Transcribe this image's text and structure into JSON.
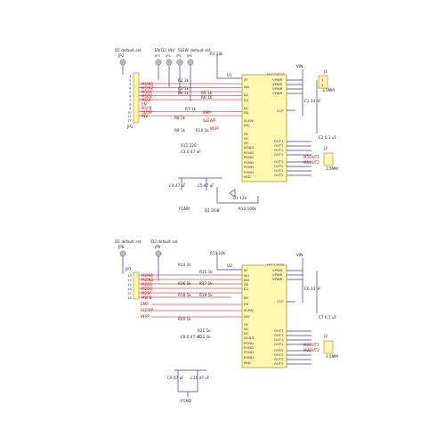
{
  "section1": {
    "jumpers": {
      "d1": "D1 default set",
      "jp2": "JP2",
      "en": "EN",
      "d2": "D2",
      "inv": "INV",
      "slew": "SLEW",
      "default_set": "default set",
      "jp3": "JP3",
      "jp4": "JP4",
      "jp5": "JP5",
      "jp6": "JP6"
    },
    "header": "JP1",
    "header_pins": [
      "1",
      "2",
      "3",
      "4",
      "5",
      "6",
      "7",
      "8",
      "9",
      "10",
      "11",
      "12"
    ],
    "header_nets": [
      "M1IN1",
      "M1IN2",
      "M1D1",
      "M1D2",
      "M1SF",
      "EN",
      "M1FB",
      "SLEW",
      "INV"
    ],
    "chip": {
      "ref": "U1",
      "part": "MC33926"
    },
    "left_pins": [
      "SF",
      "IN2",
      "D2",
      "D1",
      "NC",
      "EN",
      "SLEW",
      "INV",
      "FB",
      "NC",
      "NC",
      "AGND",
      "POND",
      "POND",
      "POND",
      "POND",
      "POND",
      "PAD"
    ],
    "right_pins": [
      "VPWR",
      "VPWR",
      "VPWR",
      "VPWR",
      "CCP",
      "OUT1",
      "OUT1",
      "OUT1",
      "OUT1",
      "OUT2",
      "OUT2",
      "OUT2",
      "OUT2"
    ],
    "resistors": [
      "R1 10k",
      "R2 1k",
      "R3 1k",
      "R4 1k",
      "R5 1k",
      "R6 1k",
      "R7 1k",
      "R8 1k",
      "R9 1k",
      "R10 1k"
    ],
    "caps": [
      "C1 33 nF",
      "C2 0.1 uF",
      "C3 0.47 uF",
      "C4 47 uF",
      "C5 47 uF"
    ],
    "misc": {
      "r11": "R11 220",
      "d1": "D1 12V",
      "r12": "R12 100k",
      "q1": "Q1 DG8",
      "fgnd": "FGND",
      "vin": "VIN",
      "emp": "EMP",
      "slewp": "SLEWP",
      "invp": "INVP"
    },
    "conn_j1": {
      "ref": "J1",
      "label": "3.5MM",
      "pins": [
        "1",
        "2"
      ]
    },
    "conn_j2": {
      "ref": "J2",
      "label": "3.5MM",
      "nets": [
        "M1OUT1",
        "M1OUT2"
      ]
    }
  },
  "section2": {
    "jumpers": {
      "d1": "D1 default set",
      "jp8": "JP8",
      "d2": "D2 default set",
      "jp9": "JP9"
    },
    "header": "JP7",
    "header_pins": [
      "13",
      "14",
      "15",
      "16",
      "17",
      "18"
    ],
    "header_nets": [
      "M2IN1",
      "M2IN2",
      "M2D1",
      "M2D2",
      "M2SF",
      "M2FB"
    ],
    "chip": {
      "ref": "U2",
      "part": "MC33926"
    },
    "left_pins": [
      "SF",
      "IN1",
      "IN2",
      "D2",
      "D1",
      "NC",
      "EN",
      "SLEW",
      "INV",
      "FB",
      "NC",
      "NC",
      "AGND",
      "POND",
      "POND",
      "POND",
      "POND",
      "PAD"
    ],
    "right_pins": [
      "VPWR",
      "VPWR",
      "VPWR",
      "CCP",
      "OUT1",
      "OUT1",
      "OUT1",
      "OUT1",
      "OUT2",
      "OUT2",
      "OUT2",
      "OUT2"
    ],
    "resistors": [
      "R13 10k",
      "R14 1k",
      "R15 1k",
      "R16 1k",
      "R17 1k",
      "R18 1k",
      "R19 1k",
      "R20 1k",
      "R21 1k",
      "R22 1k"
    ],
    "caps": [
      "C6 33 nF",
      "C7 0.1 uF",
      "C8 0.47 uF",
      "C9 47 uF",
      "C10 47 uF"
    ],
    "misc": {
      "vin": "VIN",
      "emp": "EMP",
      "slewp": "SLEWP",
      "invp": "INVP",
      "fgnd": "FGND"
    },
    "conn_j3": {
      "ref": "J3",
      "label": "3.5MM",
      "nets": [
        "M2OUT1",
        "M2OUT2"
      ]
    }
  }
}
